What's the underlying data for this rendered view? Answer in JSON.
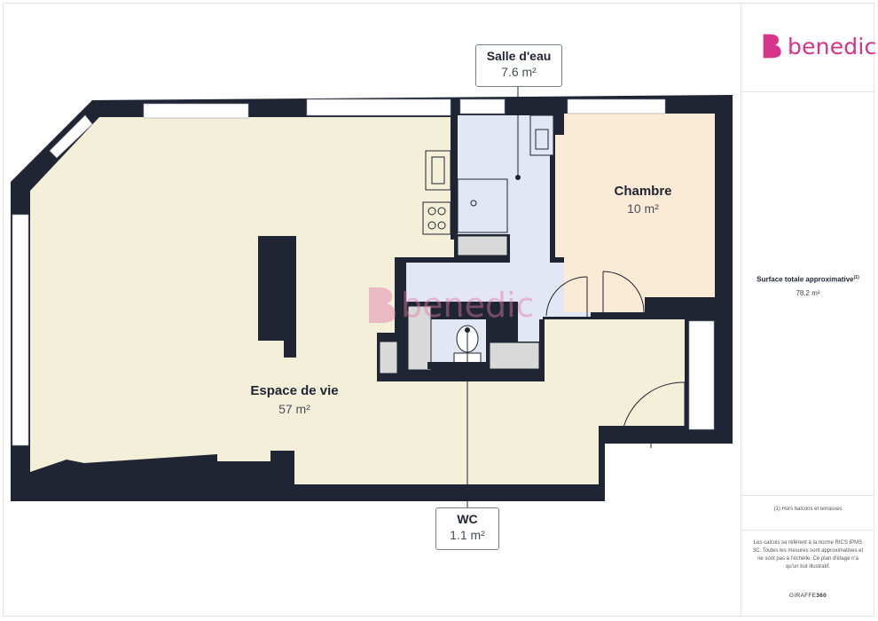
{
  "brand": {
    "name": "benedic",
    "color": "#d6338a"
  },
  "watermark": {
    "text": "benedic"
  },
  "rooms": {
    "espace": {
      "name": "Espace de vie",
      "area": "57 m²"
    },
    "chambre": {
      "name": "Chambre",
      "area": "10 m²"
    },
    "salle": {
      "name": "Salle d'eau",
      "area": "7.6 m²"
    },
    "wc": {
      "name": "WC",
      "area": "1.1 m²"
    }
  },
  "summary": {
    "label": "Surface totale approximative",
    "label_sup": "(1)",
    "value": "78.2 m²"
  },
  "footnote": "(1) Hors balcons et terrasses",
  "disclaimer": "Les calculs se réfèrent à la norme RICS IPMS 3C. Toutes les mesures sont approximatives et ne sont pas à l'échelle. Ce plan d'étage n'a qu'un but illustratif.",
  "credit": {
    "prefix": "GIRAFFE",
    "suffix": "360"
  },
  "colors": {
    "wall": "#1f2533",
    "living": "#f3efd9",
    "bedroom": "#fbebd6",
    "bath": "#e3e7f3",
    "fixture": "#d9d9d9"
  }
}
